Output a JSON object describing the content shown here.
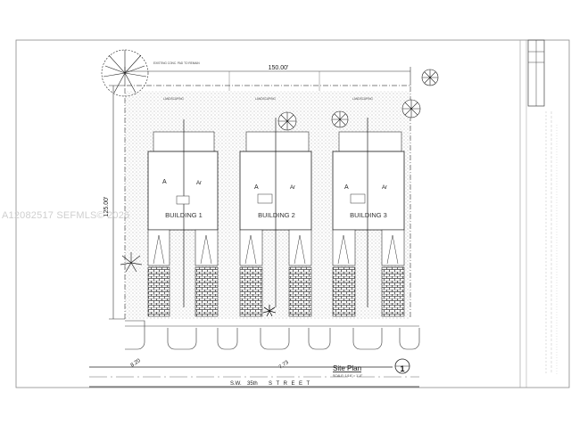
{
  "watermark": "A12082517  SEFMLS© 2026",
  "dimensions": {
    "width_label": "150.00'",
    "depth_label": "125.00'"
  },
  "buildings": [
    {
      "label": "BUILDING  1",
      "unit_a": "A",
      "unit_b": "Ar"
    },
    {
      "label": "BUILDING  2",
      "unit_a": "A",
      "unit_b": "Ar"
    },
    {
      "label": "BUILDING  3",
      "unit_a": "A",
      "unit_b": "Ar"
    }
  ],
  "street": {
    "prefix": "S.W.",
    "name": "35th",
    "suffix": "STREET",
    "left_dim": "8.20",
    "right_dim": "7.73"
  },
  "title_block": {
    "title": "Site Plan",
    "scale": "SCALE: 1/16\" = 1'-0\"",
    "marker": "1"
  },
  "colors": {
    "line": "#222222",
    "stipple": "#9a9a9a",
    "brick": "#555555"
  }
}
